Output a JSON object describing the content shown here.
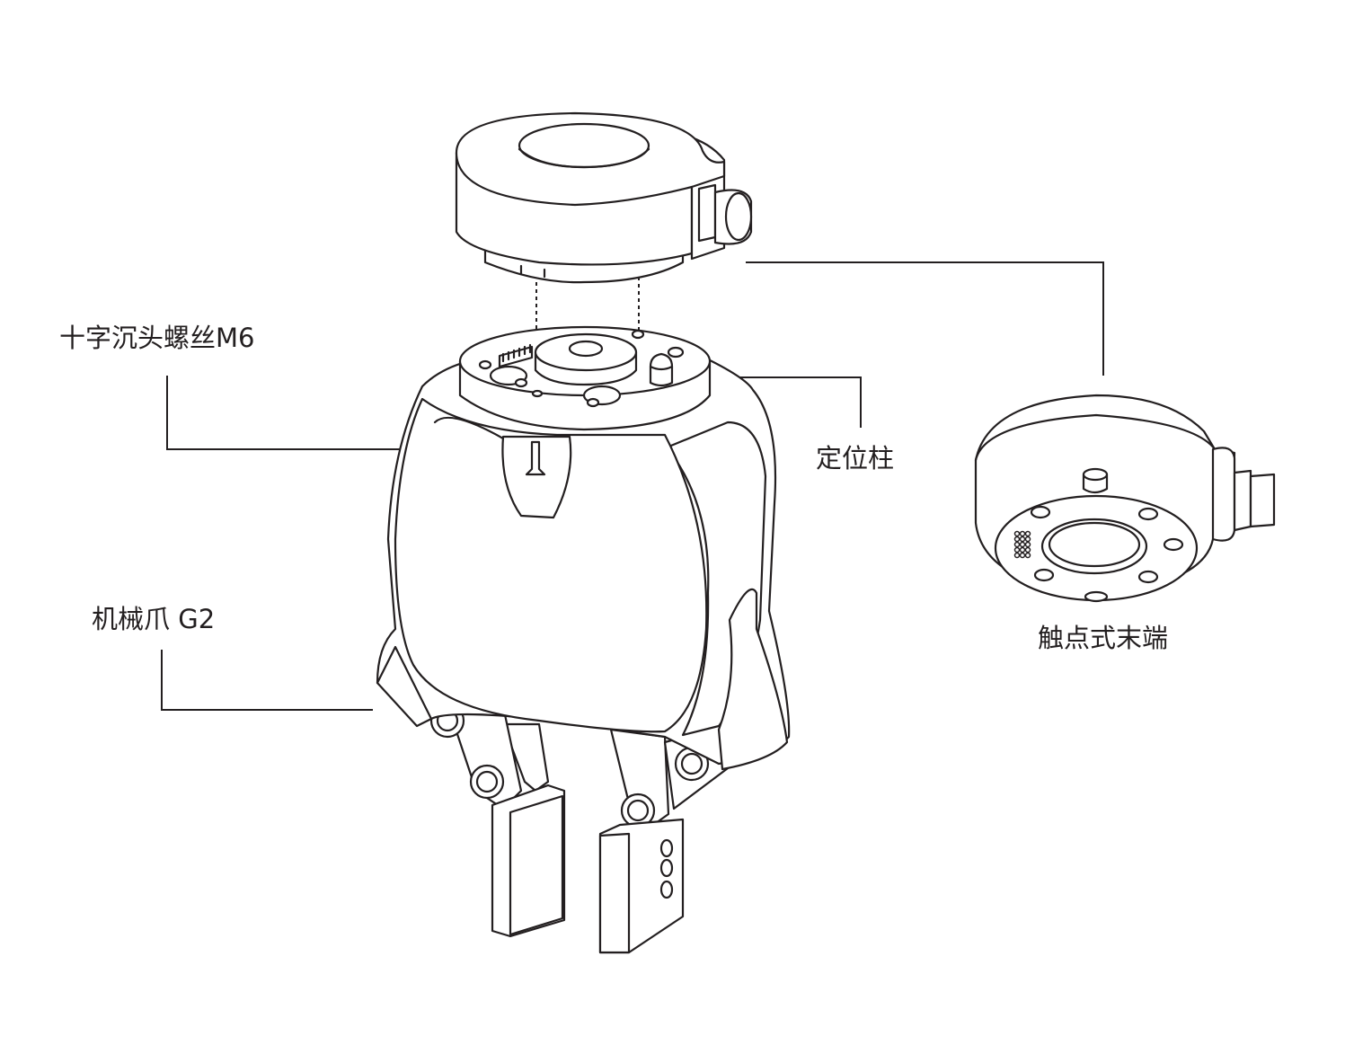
{
  "labels": {
    "screw": "十字沉头螺丝M6",
    "pin": "定位柱",
    "gripper": "机械爪 G2",
    "tip": "触点式末端"
  },
  "colors": {
    "line": "#231f20",
    "background": "#ffffff"
  }
}
